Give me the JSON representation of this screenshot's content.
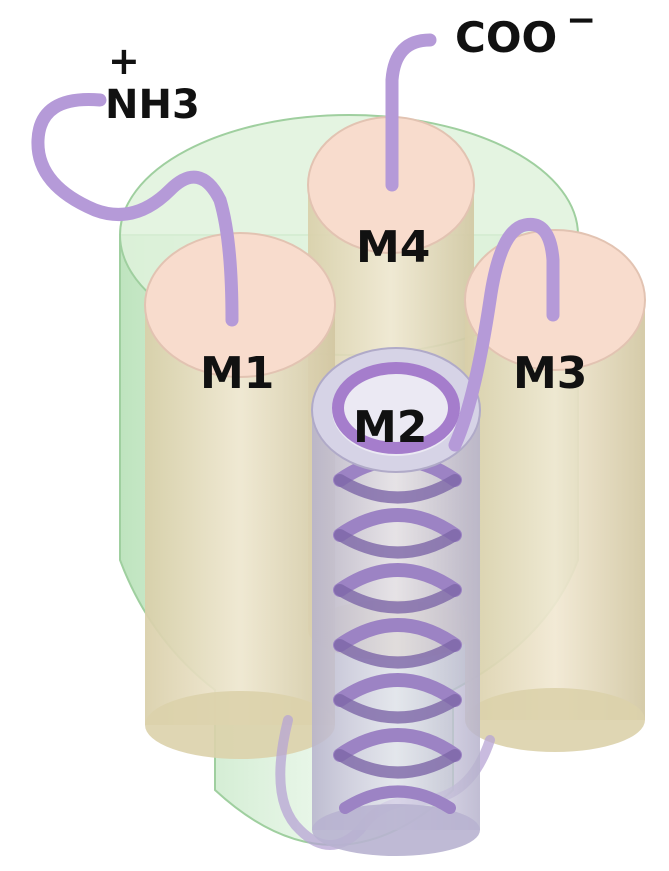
{
  "labels": {
    "n_terminus": "NH3",
    "n_terminus_charge": "+",
    "c_terminus": "COO",
    "c_terminus_charge": "−",
    "m1": "M1",
    "m2": "M2",
    "m3": "M3",
    "m4": "M4"
  },
  "colors": {
    "outer_cylinder": "#cdeccd",
    "helix_cylinder_top": "#f7dccb",
    "helix_cylinder_body": "#e6dcc0",
    "peptide_chain": "#b99ad9",
    "m2_ring": "#c8c4dc"
  }
}
